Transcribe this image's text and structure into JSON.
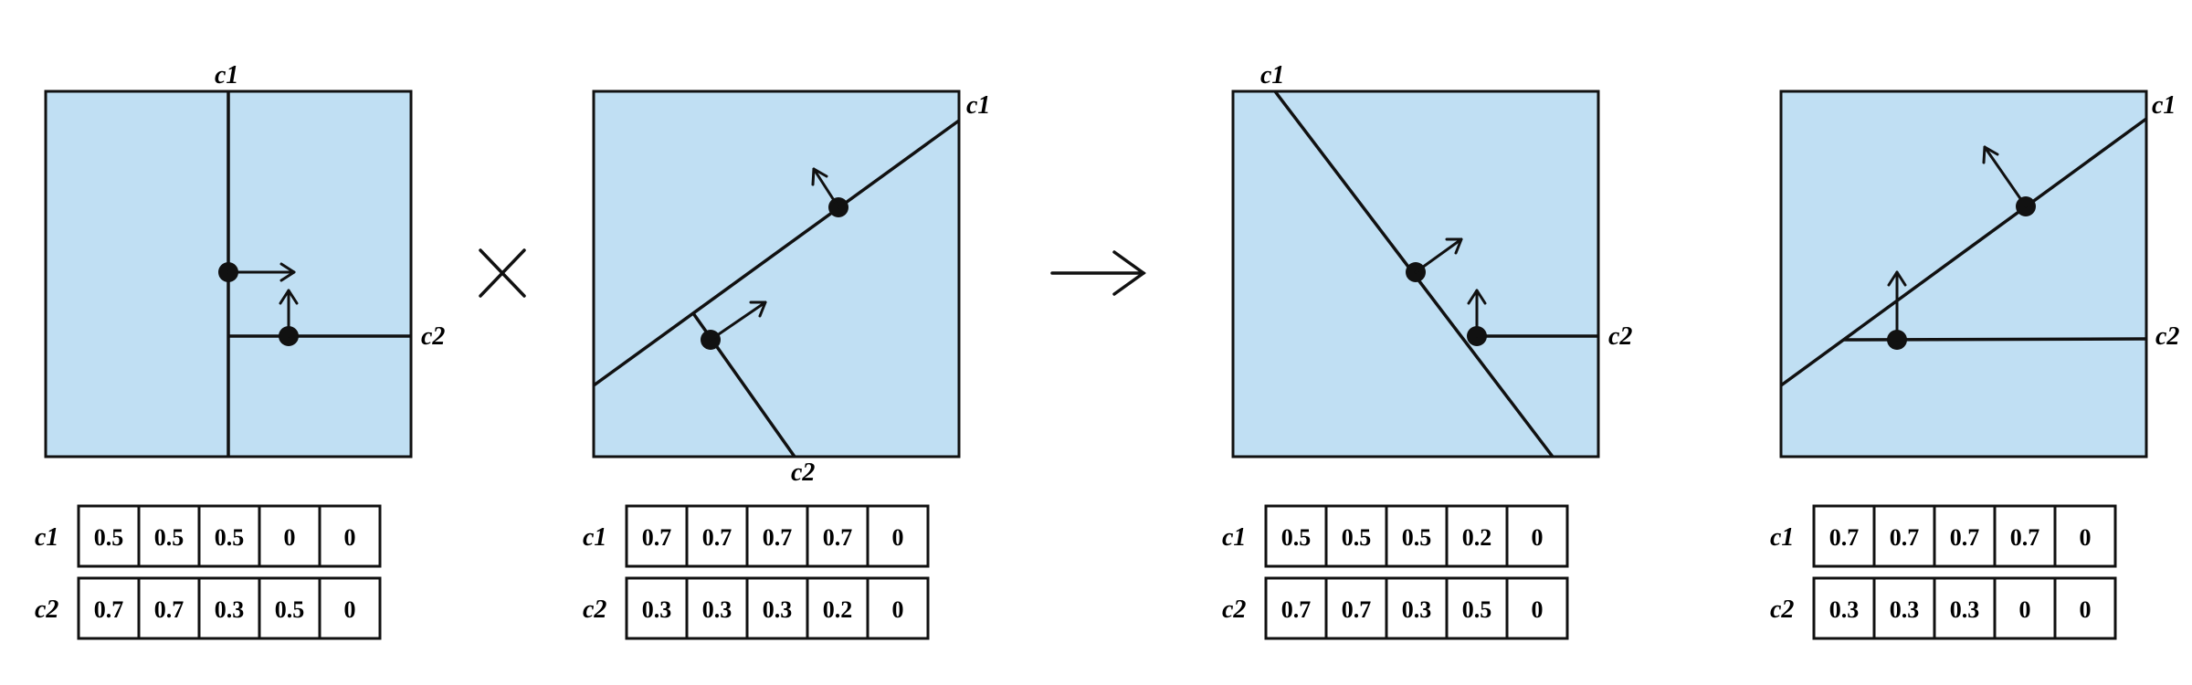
{
  "panels": [
    {
      "id": "panel-1",
      "line_labels": [
        "c1",
        "c2"
      ],
      "table": {
        "rows": [
          {
            "label": "c1",
            "values": [
              "0.5",
              "0.5",
              "0.5",
              "0",
              "0"
            ]
          },
          {
            "label": "c2",
            "values": [
              "0.7",
              "0.7",
              "0.3",
              "0.5",
              "0"
            ]
          }
        ]
      }
    },
    {
      "id": "panel-2",
      "line_labels": [
        "c1",
        "c2"
      ],
      "table": {
        "rows": [
          {
            "label": "c1",
            "values": [
              "0.7",
              "0.7",
              "0.7",
              "0.7",
              "0"
            ]
          },
          {
            "label": "c2",
            "values": [
              "0.3",
              "0.3",
              "0.3",
              "0.2",
              "0"
            ]
          }
        ]
      }
    },
    {
      "id": "panel-3",
      "line_labels": [
        "c1",
        "c2"
      ],
      "table": {
        "rows": [
          {
            "label": "c1",
            "values": [
              "0.5",
              "0.5",
              "0.5",
              "0.2",
              "0"
            ]
          },
          {
            "label": "c2",
            "values": [
              "0.7",
              "0.7",
              "0.3",
              "0.5",
              "0"
            ]
          }
        ]
      }
    },
    {
      "id": "panel-4",
      "line_labels": [
        "c1",
        "c2"
      ],
      "table": {
        "rows": [
          {
            "label": "c1",
            "values": [
              "0.7",
              "0.7",
              "0.7",
              "0.7",
              "0"
            ]
          },
          {
            "label": "c2",
            "values": [
              "0.3",
              "0.3",
              "0.3",
              "0",
              "0"
            ]
          }
        ]
      }
    }
  ],
  "operators": {
    "product": "times-icon",
    "result": "arrow-right-icon"
  },
  "colors": {
    "panel_fill": "#c0dff3",
    "stroke": "#111111",
    "cell_fill": "#ffffff"
  }
}
